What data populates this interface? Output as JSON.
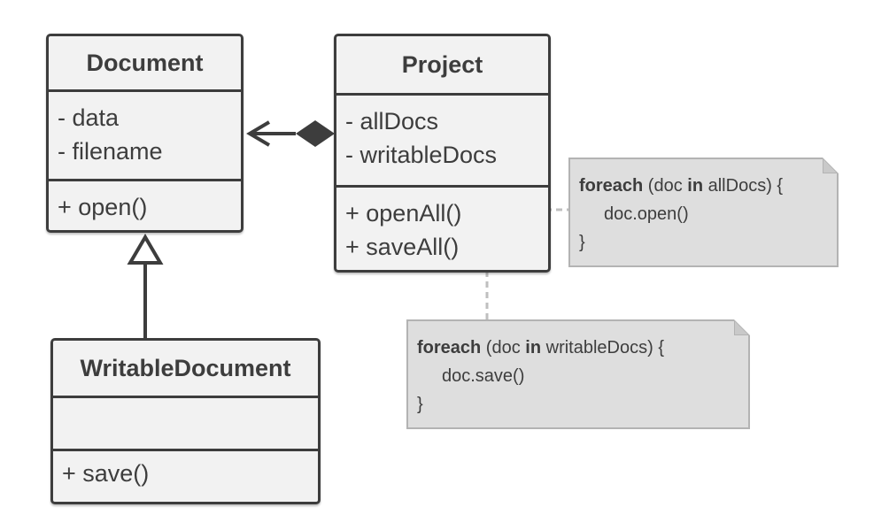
{
  "classes": {
    "document": {
      "name": "Document",
      "attributes": [
        "- data",
        "- filename"
      ],
      "methods": [
        "+ open()"
      ]
    },
    "project": {
      "name": "Project",
      "attributes": [
        "- allDocs",
        "- writableDocs"
      ],
      "methods": [
        "+ openAll()",
        "+ saveAll()"
      ]
    },
    "writable_document": {
      "name": "WritableDocument",
      "attributes": [],
      "methods": [
        "+ save()"
      ]
    }
  },
  "notes": {
    "open_all": {
      "kw_foreach": "foreach",
      "open_paren": " (doc ",
      "kw_in": "in",
      "collection": " allDocs) {",
      "body": "doc.open()",
      "close": "}"
    },
    "save_all": {
      "kw_foreach": "foreach",
      "open_paren": " (doc ",
      "kw_in": "in",
      "collection": " writableDocs) {",
      "body": "doc.save()",
      "close": "}"
    }
  },
  "relations": [
    {
      "type": "composition",
      "from": "Project",
      "to": "Document"
    },
    {
      "type": "inheritance",
      "from": "WritableDocument",
      "to": "Document"
    }
  ],
  "colors": {
    "stroke": "#3d3d3d",
    "box_fill": "#f2f2f2",
    "note_fill": "#dedede",
    "note_border": "#b3b3b3",
    "connector": "#bfbfbf"
  }
}
